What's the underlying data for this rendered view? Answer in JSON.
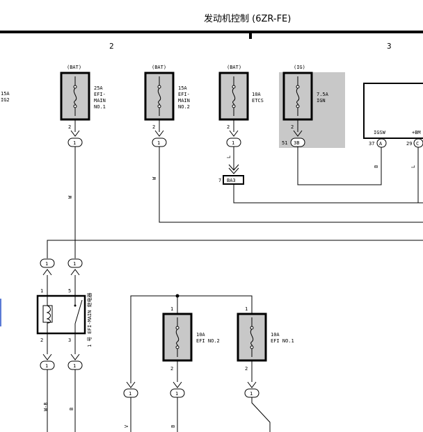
{
  "header": {
    "title": "发动机控制 (6ZR-FE)",
    "col2": "2",
    "col3": "3"
  },
  "left_fuse": {
    "rating": "15A",
    "name": "IG2"
  },
  "fuses": [
    {
      "source": "(BAT)",
      "rating": "25A",
      "line1": "EFI-",
      "line2": "MAIN",
      "line3": "NO.1",
      "pin": "2",
      "conn": "1"
    },
    {
      "source": "(BAT)",
      "rating": "15A",
      "line1": "EFI-",
      "line2": "MAIN",
      "line3": "NO.2",
      "pin": "2",
      "conn": "1"
    },
    {
      "source": "(BAT)",
      "rating": "10A",
      "line1": "ETCS",
      "line2": "",
      "line3": "",
      "pin": "2",
      "conn": "1"
    },
    {
      "source": "(IG)",
      "rating": "7.5A",
      "line1": "IGN",
      "line2": "",
      "line3": "",
      "pin": "2",
      "conn": "3B"
    }
  ],
  "ign_pin": "51",
  "ecu": {
    "igsw_label": "IGSW",
    "bm_label": "+BM",
    "igsw_pin": "37",
    "igsw_conn": "A",
    "bm_pin": "29",
    "bm_conn": "C"
  },
  "ba3": {
    "pin": "7",
    "label": "BA3"
  },
  "wire_colors": {
    "w1": "W",
    "w2": "W",
    "w3": "L",
    "igsw": "B",
    "bm": "L",
    "relay_out1": "W-B",
    "relay_out2": "B",
    "low_v": "V",
    "low_b": "B"
  },
  "relay": {
    "label": "1 号 EFI-MAIN 继电器",
    "pin1": "1",
    "pin5": "5",
    "pin2": "2",
    "pin3": "3",
    "conn": "1"
  },
  "lower_fuses": [
    {
      "rating": "10A",
      "name": "EFI NO.2",
      "pin_top": "1",
      "pin_bottom": "2",
      "conn": "1"
    },
    {
      "rating": "10A",
      "name": "EFI NO.1",
      "pin_top": "1",
      "pin_bottom": "2",
      "conn": "1"
    }
  ],
  "low_conn": "1"
}
